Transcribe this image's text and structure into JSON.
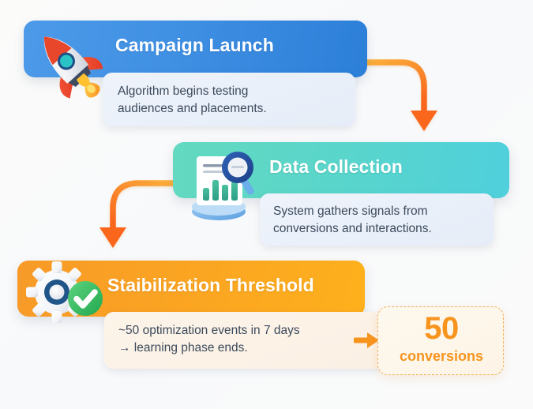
{
  "infographic": {
    "background_color": "#fafafa",
    "steps": [
      {
        "id": "campaign-launch",
        "title": "Campaign Launch",
        "description_line1": "Algorithm begins testing",
        "description_line2": "audiences and placements.",
        "icon": "rocket-icon",
        "accent_color": "#3f8fe3"
      },
      {
        "id": "data-collection",
        "title": "Data Collection",
        "description_line1": "System gathers signals from",
        "description_line2": "conversions and interactions.",
        "icon": "bar-chart-magnifier-icon",
        "accent_color": "#59d5cb"
      },
      {
        "id": "stabilization-threshold",
        "title": "Staibilization Threshold",
        "description_line1": "~50 optimization events in 7 days",
        "description_line2": "→ learning phase ends.",
        "icon": "gear-check-icon",
        "accent_color": "#fba522"
      }
    ],
    "badge": {
      "number": "50",
      "label": "conversions",
      "color": "#f7941e"
    },
    "connectors": {
      "arrow_color_start": "#fbb03b",
      "arrow_color_end": "#f9661e"
    }
  }
}
